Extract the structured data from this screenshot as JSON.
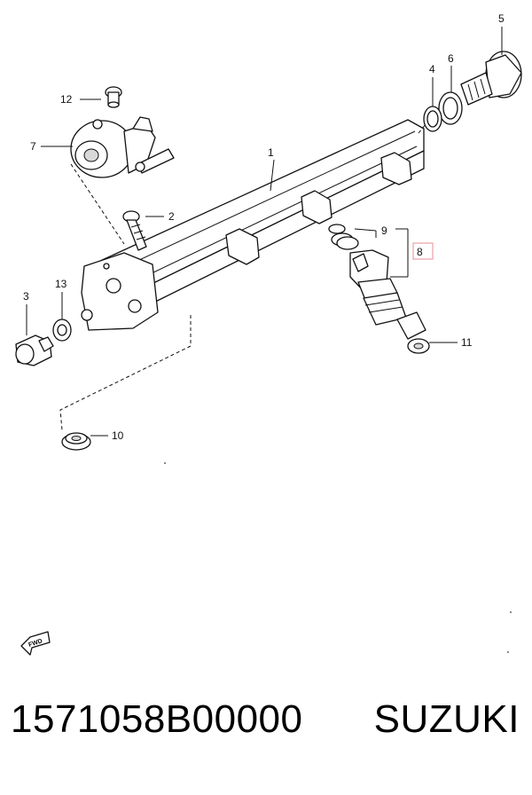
{
  "diagram": {
    "callouts": {
      "c1": "1",
      "c2": "2",
      "c3": "3",
      "c4": "4",
      "c5": "5",
      "c6": "6",
      "c7": "7",
      "c8": "8",
      "c9": "9",
      "c10": "10",
      "c11": "11",
      "c12": "12",
      "c13": "13"
    },
    "fwd_label": "FWD",
    "highlight_color": "#e8a0a8"
  },
  "footer": {
    "part_number": "1571058B00000",
    "brand": "SUZUKI"
  }
}
